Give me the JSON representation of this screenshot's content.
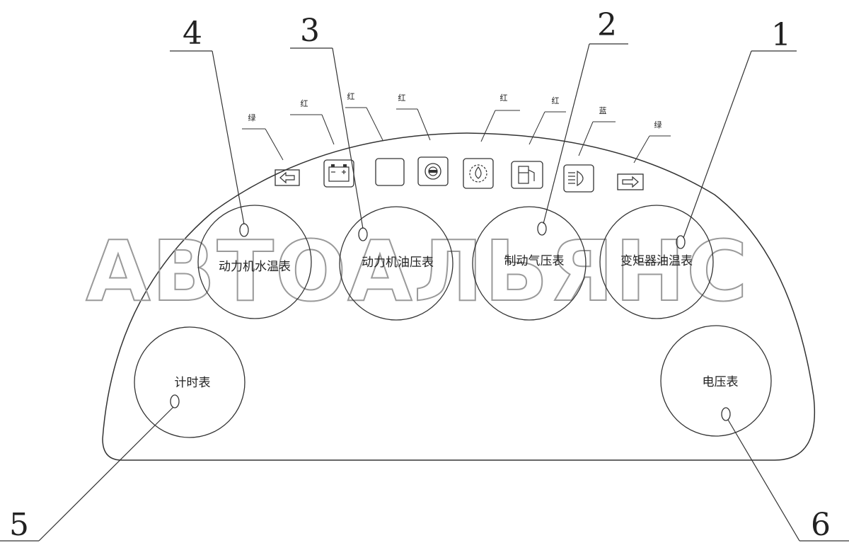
{
  "callouts": [
    {
      "num": "1"
    },
    {
      "num": "2"
    },
    {
      "num": "3"
    },
    {
      "num": "4"
    },
    {
      "num": "5"
    },
    {
      "num": "6"
    }
  ],
  "gauges": [
    {
      "label": "动力机水温表"
    },
    {
      "label": "动力机油压表"
    },
    {
      "label": "制动气压表"
    },
    {
      "label": "变矩器油温表"
    },
    {
      "label": "计时表"
    },
    {
      "label": "电压表"
    }
  ],
  "indicators": [
    {
      "color_label": "绿",
      "icon": "left-turn-arrow-icon"
    },
    {
      "color_label": "红",
      "icon": "battery-charge-icon"
    },
    {
      "color_label": "红",
      "icon": "blank-indicator-icon"
    },
    {
      "color_label": "红",
      "icon": "brake-warning-icon"
    },
    {
      "color_label": "红",
      "icon": "oil-pressure-gear-icon"
    },
    {
      "color_label": "红",
      "icon": "fuel-pump-icon"
    },
    {
      "color_label": "蓝",
      "icon": "high-beam-icon"
    },
    {
      "color_label": "绿",
      "icon": "right-turn-arrow-icon"
    }
  ],
  "watermark": "АВТОАЛЬЯНС"
}
